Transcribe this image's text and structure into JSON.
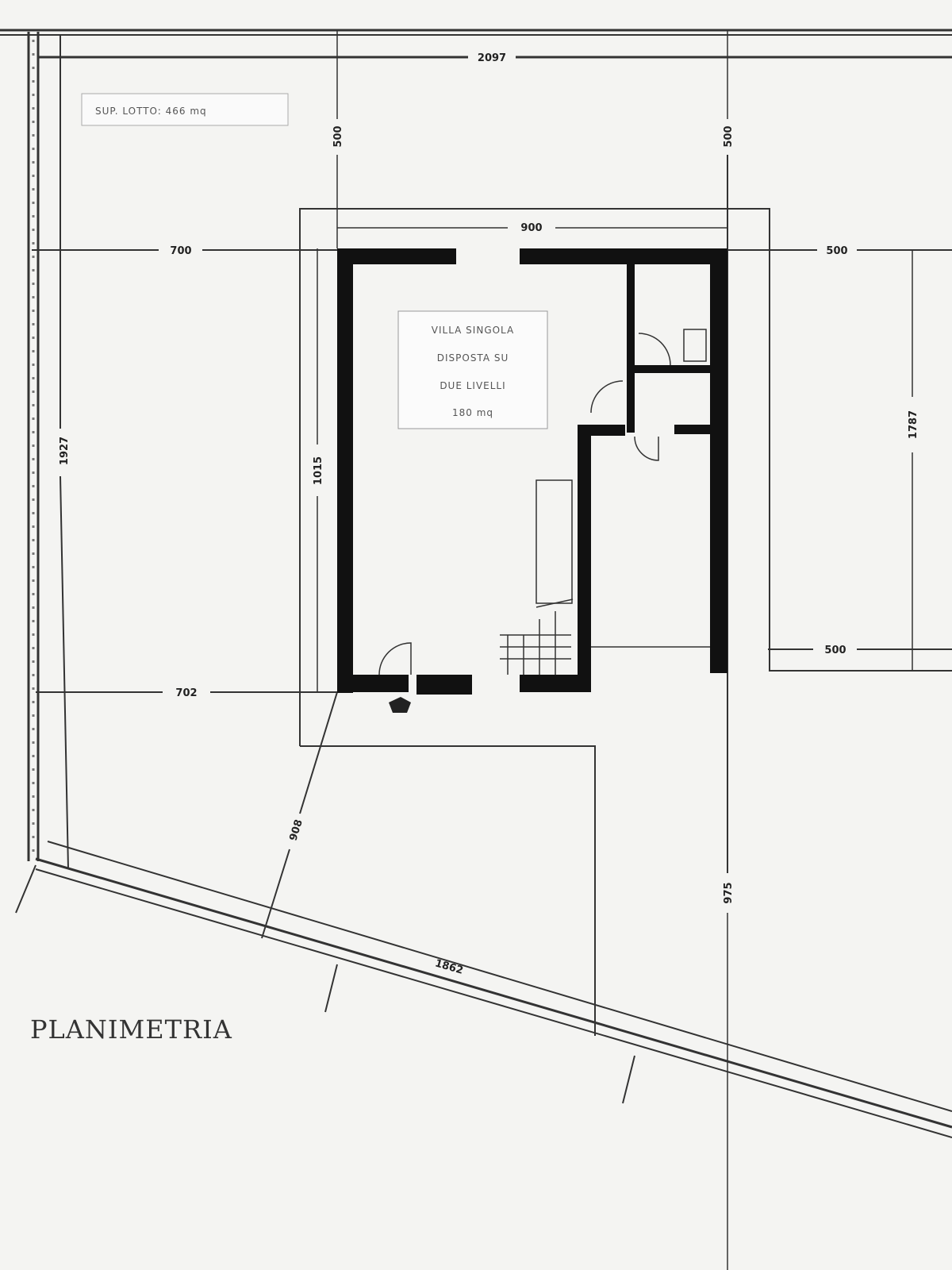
{
  "plan": {
    "title": "PLANIMETRIA",
    "lot_area": "SUP. LOTTO: 466 mq",
    "description": [
      "VILLA SINGOLA",
      "DISPOSTA SU",
      "DUE LIVELLI",
      "180 mq"
    ],
    "dimensions": {
      "top_width": "2097",
      "setback_top_left": "500",
      "setback_top_right": "500",
      "house_width": "900",
      "left_offset_top": "700",
      "right_offset_top": "500",
      "left_depth": "1927",
      "house_depth": "1015",
      "right_depth": "1787",
      "left_offset_bottom": "702",
      "right_offset_bottom": "500",
      "diagonal_front": "908",
      "right_front": "975",
      "bottom_edge": "1862"
    }
  }
}
